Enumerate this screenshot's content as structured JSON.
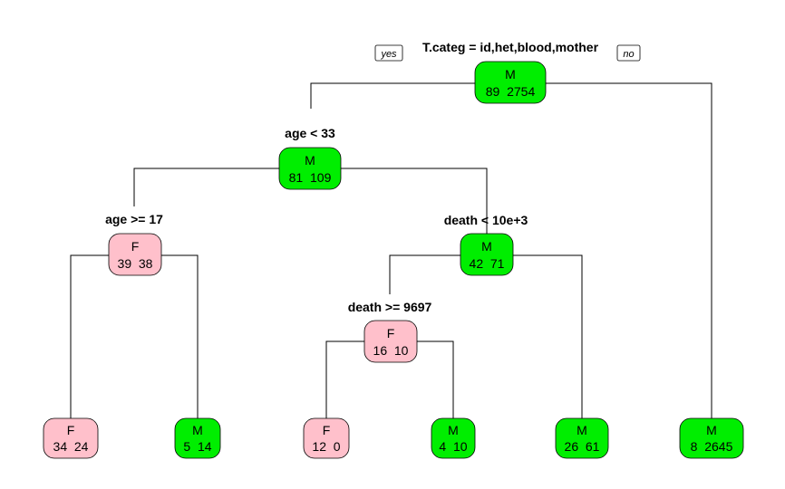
{
  "colors": {
    "M": "#00ee00",
    "F": "#ffc0cb"
  },
  "yes_label": "yes",
  "no_label": "no",
  "splits": {
    "root": "T.categ = id,het,blood,mother",
    "n2": "age < 33",
    "n4": "age >= 17",
    "n5": "death < 10e+3",
    "n10": "death >= 9697"
  },
  "nodes": {
    "root": {
      "cls": "M",
      "counts": "89  2754"
    },
    "n2": {
      "cls": "M",
      "counts": "81  109"
    },
    "n4": {
      "cls": "F",
      "counts": "39  38"
    },
    "n5": {
      "cls": "M",
      "counts": "42  71"
    },
    "n10": {
      "cls": "F",
      "counts": "16  10"
    },
    "l1": {
      "cls": "F",
      "counts": "34  24"
    },
    "l2": {
      "cls": "M",
      "counts": "5  14"
    },
    "l3": {
      "cls": "F",
      "counts": "12  0"
    },
    "l4": {
      "cls": "M",
      "counts": "4  10"
    },
    "l5": {
      "cls": "M",
      "counts": "26  61"
    },
    "l6": {
      "cls": "M",
      "counts": "8  2645"
    }
  }
}
